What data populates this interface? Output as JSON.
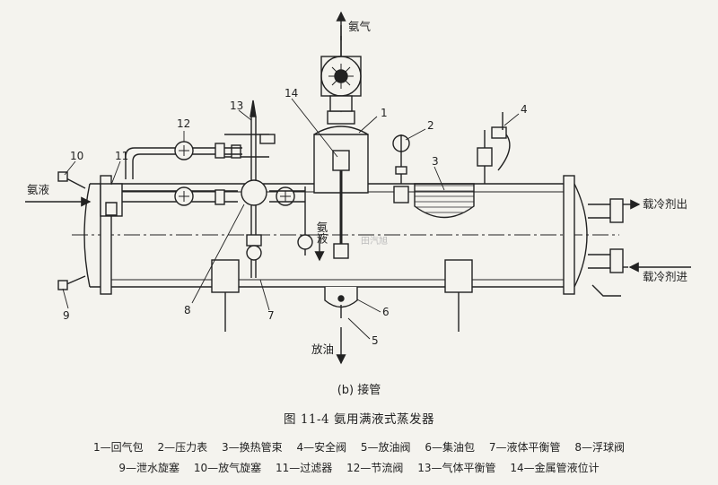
{
  "labels": {
    "ammonia_gas": "氨气",
    "ammonia_liquid_in": "氨液",
    "ammonia_liquid_vertical": "氨液",
    "oil_drain": "放油",
    "coolant_out": "载冷剂出",
    "coolant_in": "载冷剂进",
    "watermark": "田汽旭"
  },
  "callouts": [
    "1",
    "2",
    "3",
    "4",
    "5",
    "6",
    "7",
    "8",
    "9",
    "10",
    "11",
    "12",
    "13",
    "14"
  ],
  "subtitle": "(b) 接管",
  "figure_title": "图 11-4    氨用满液式蒸发器",
  "legend_row1": [
    "1—回气包",
    "2—压力表",
    "3—换热管束",
    "4—安全阀",
    "5—放油阀",
    "6—集油包",
    "7—液体平衡管",
    "8—浮球阀"
  ],
  "legend_row2": [
    "9—泄水旋塞",
    "10—放气旋塞",
    "11—过滤器",
    "12—节流阀",
    "13—气体平衡管",
    "14—金属管液位计"
  ]
}
